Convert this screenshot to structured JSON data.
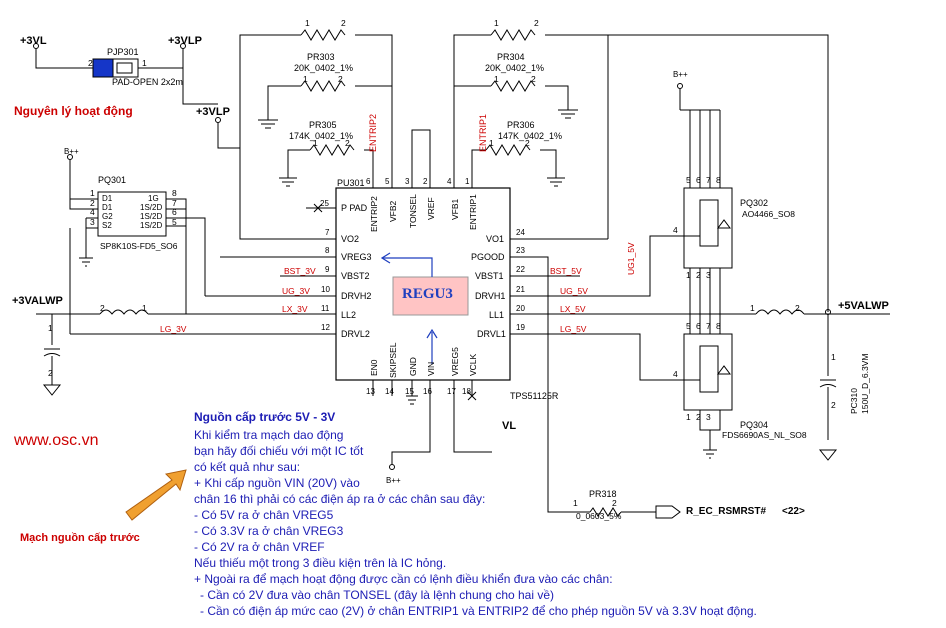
{
  "labels": {
    "heading": "Nguyên lý hoạt động",
    "website": "www.osc.vn",
    "arrow_caption": "Mạch nguồn cấp trước",
    "chip_name": "REGU3"
  },
  "rails": {
    "v3vl": "+3VL",
    "v3vlp_top": "+3VLP",
    "v3vlp_mid": "+3VLP",
    "v3valwp": "+3VALWP",
    "v5valwp": "+5VALWP",
    "bpp_left": "B++",
    "bpp_right": "B++",
    "bpp_bottom": "B++",
    "vl": "VL",
    "reset_net": "R_EC_RSMRST#",
    "reset_ref": "<22>"
  },
  "parts": {
    "pjp301_ref": "PJP301",
    "pjp301_value": "PAD-OPEN 2x2m",
    "pu301_ref": "PU301",
    "pu301_part": "TPS51125R",
    "pq301_ref": "PQ301",
    "pq301_value": "SP8K10S-FD5_SO6",
    "pq302_ref": "PQ302",
    "pq302_value": "AO4466_SO8",
    "pq304_ref": "PQ304",
    "pq304_value": "FDS6690AS_NL_SO8",
    "pc310_ref": "PC310",
    "pc310_value": "150U_D_6.3VM",
    "pr303_ref": "PR303",
    "pr303_value": "20K_0402_1%",
    "pr304_ref": "PR304",
    "pr304_value": "20K_0402_1%",
    "pr305_ref": "PR305",
    "pr305_value": "174K_0402_1%",
    "pr306_ref": "PR306",
    "pr306_value": "147K_0402_1%",
    "pr318_ref": "PR318",
    "pr318_value": "0_0603_5%"
  },
  "ic_pins_left": [
    {
      "num": "25",
      "name": "P PAD"
    },
    {
      "num": "7",
      "name": "VO2"
    },
    {
      "num": "8",
      "name": "VREG3"
    },
    {
      "num": "9",
      "name": "VBST2"
    },
    {
      "num": "10",
      "name": "DRVH2"
    },
    {
      "num": "11",
      "name": "LL2"
    },
    {
      "num": "12",
      "name": "DRVL2"
    }
  ],
  "ic_pins_right": [
    {
      "num": "24",
      "name": "VO1"
    },
    {
      "num": "23",
      "name": "PGOOD"
    },
    {
      "num": "22",
      "name": "VBST1"
    },
    {
      "num": "21",
      "name": "DRVH1"
    },
    {
      "num": "20",
      "name": "LL1"
    },
    {
      "num": "19",
      "name": "DRVL1"
    }
  ],
  "ic_pins_top": [
    {
      "num": "6",
      "name": "ENTRIP2"
    },
    {
      "num": "5",
      "name": "VFB2"
    },
    {
      "num": "3",
      "name": "TONSEL"
    },
    {
      "num": "2",
      "name": "VREF"
    },
    {
      "num": "4",
      "name": "VFB1"
    },
    {
      "num": "1",
      "name": "ENTRIP1"
    }
  ],
  "ic_pins_bottom": [
    {
      "num": "13",
      "name": "EN0"
    },
    {
      "num": "14",
      "name": "SKIPSEL"
    },
    {
      "num": "15",
      "name": "GND"
    },
    {
      "num": "16",
      "name": "VIN"
    },
    {
      "num": "17",
      "name": "VREG5"
    },
    {
      "num": "18",
      "name": "VCLK"
    }
  ],
  "nets": {
    "bst_3v": "BST_3V",
    "ug_3v": "UG_3V",
    "lx_3v": "LX_3V",
    "lg_3v": "LG_3V",
    "bst_5v": "BST_5V",
    "ug_5v": "UG_5V",
    "lx_5v": "LX_5V",
    "lg_5v": "LG_5V",
    "ug1_5v": "UG1_5V",
    "entrip2": "ENTRIP2",
    "entrip1": "ENTRIP1"
  },
  "notes": [
    "Nguồn cấp trước 5V - 3V",
    "Khi kiểm tra mạch dao động",
    "bạn hãy đối chiếu với một IC tốt",
    "có kết quả như sau:",
    "+ Khi cấp nguồn VIN (20V) vào",
    "chân 16 thì phải có các điện áp ra ở các chân sau đây:",
    "- Có 5V ra ở chân VREG5",
    "- Có 3.3V ra ở chân VREG3",
    "- Có 2V ra ở chân VREF",
    "Nếu thiếu một trong 3 điều kiện trên là IC hỏng.",
    "+ Ngoài ra để mạch hoạt động được cần có lệnh điều khiển đưa vào các chân:",
    "- Cần có 2V đưa vào chân TONSEL (đây là lệnh chung cho hai về)",
    "- Cần có điện áp mức cao (2V) ở chân ENTRIP1 và ENTRIP2  để cho phép nguồn 5V và 3.3V hoạt động."
  ],
  "colors": {
    "wire": "#000000",
    "net_label": "#cc0000",
    "note_text": "#1c1cb4",
    "chip_fill": "#ffc4c4",
    "chip_text": "#1f3fbf",
    "arrow_fill": "#f0a030"
  }
}
